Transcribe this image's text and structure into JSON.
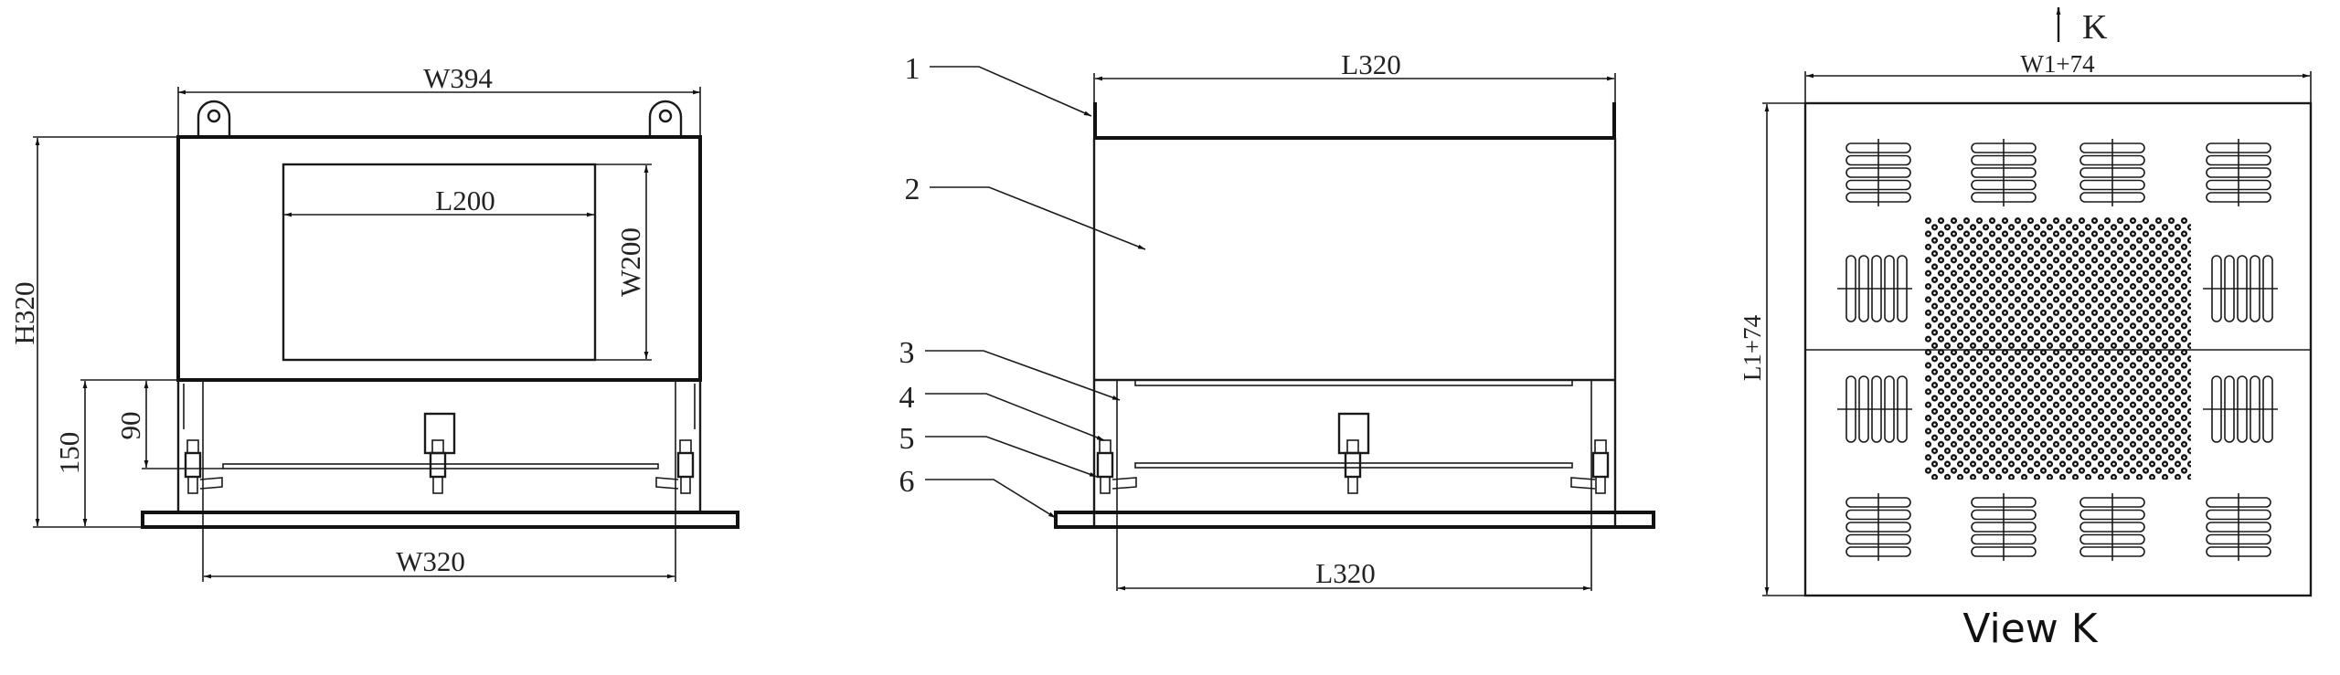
{
  "front_view": {
    "overall_width": "W394",
    "overall_height": "H320",
    "opening_length": "L200",
    "opening_width": "W200",
    "dim_150": "150",
    "dim_90": "90",
    "inner_width": "W320"
  },
  "side_view": {
    "top_length": "L320",
    "bottom_length": "L320",
    "callouts": [
      "1",
      "2",
      "3",
      "4",
      "5",
      "6"
    ]
  },
  "view_k": {
    "arrow_label": "K",
    "width_dim": "W1+74",
    "length_dim": "L1+74",
    "caption": "View K"
  }
}
